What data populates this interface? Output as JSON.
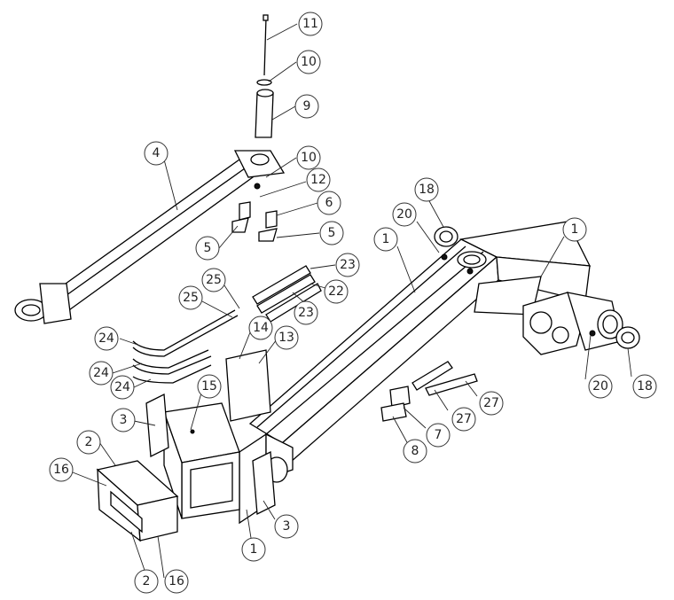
{
  "drawing": {
    "labels": [
      "11",
      "10",
      "9",
      "4",
      "10",
      "12",
      "6",
      "5",
      "5",
      "1",
      "1",
      "18",
      "20",
      "23",
      "25",
      "22",
      "23",
      "25",
      "24",
      "14",
      "13",
      "24",
      "24",
      "15",
      "3",
      "2",
      "16",
      "16",
      "2",
      "20",
      "18",
      "27",
      "27",
      "7",
      "8",
      "3",
      "1"
    ]
  }
}
